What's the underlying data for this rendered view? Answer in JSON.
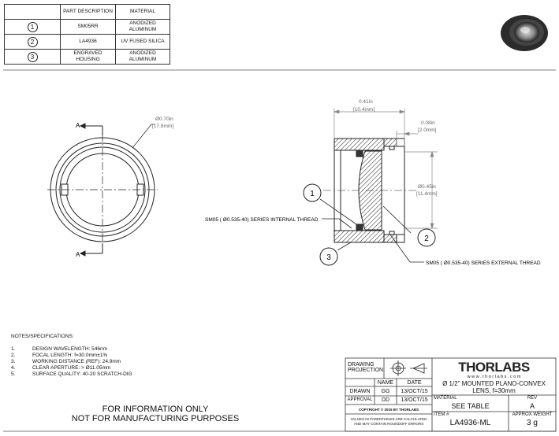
{
  "parts_table": {
    "headers": [
      "",
      "PART DESCRIPTION",
      "MATERIAL"
    ],
    "rows": [
      {
        "item": "1",
        "description": "SM05RR",
        "material": "ANODIZED\nALUMINUM"
      },
      {
        "item": "2",
        "description": "LA4936",
        "material": "UV FUSED SILICA"
      },
      {
        "item": "3",
        "description": "ENGRAVED\nHOUSING",
        "material": "ANODIZED\nALUMINUM"
      }
    ]
  },
  "front_view": {
    "section_label_top": "A",
    "section_label_bottom": "A",
    "outer_diameter": "Ø0.70in",
    "outer_diameter_mm": "[17.8mm]"
  },
  "section_view": {
    "overall_length": "0.41in",
    "overall_length_mm": "[10.4mm]",
    "step": "0.08in",
    "step_mm": "[2.0mm]",
    "clear_diameter": "Ø0.45in",
    "clear_diameter_mm": "[11.4mm]",
    "internal_thread": "SM05 ( Ø0.535-40) SERIES INTERNAL THREAD",
    "external_thread": "SM05 ( Ø0.535-40) SERIES EXTERNAL THREAD",
    "balloons": [
      "1",
      "2",
      "3"
    ]
  },
  "notes": {
    "heading": "NOTES/SPECIFICATIONS:",
    "items": [
      {
        "num": "1.",
        "text": "DESIGN WAVELENGTH: 546nm"
      },
      {
        "num": "2.",
        "text": "FOCAL LENGTH: f=30.0mm±1%"
      },
      {
        "num": "3.",
        "text": "WORKING DISTANCE (REF): 24.9mm"
      },
      {
        "num": "4.",
        "text": "CLEAR APERTURE: > Ø11.05mm"
      },
      {
        "num": "5.",
        "text": "SURFACE QUALITY: 40-20 SCRATCH-DIG"
      }
    ]
  },
  "footer": {
    "line1": "FOR INFORMATION ONLY",
    "line2": "NOT FOR MANUFACTURING PURPOSES"
  },
  "title_block": {
    "drawing_projection": "DRAWING\nPROJECTION",
    "name_header": "NAME",
    "date_header": "DATE",
    "drawn_label": "DRAWN",
    "drawn_name": "GG",
    "drawn_date": "13/OCT/15",
    "approval_label": "APPROVAL",
    "approval_name": "DD",
    "approval_date": "13/OCT/15",
    "copyright": "COPYRIGHT © 2015 BY THORLABS",
    "disclaimer": "VALUES IN PARENTHESIS ARE CALCULATED\nAND MAY CONTAIN ROUNDOFF ERRORS",
    "logo": "THORLABS",
    "website": "w w w . t h o r l a b s . c o m",
    "title": "Ø 1/2\" MOUNTED PLANO-CONVEX\nLENS, f=30mm",
    "material_label": "MATERIAL",
    "material_value": "SEE TABLE",
    "rev_label": "REV",
    "rev_value": "A",
    "item_label": "ITEM #",
    "item_value": "LA4936-ML",
    "weight_label": "APPROX WEIGHT",
    "weight_value": "3 g"
  }
}
